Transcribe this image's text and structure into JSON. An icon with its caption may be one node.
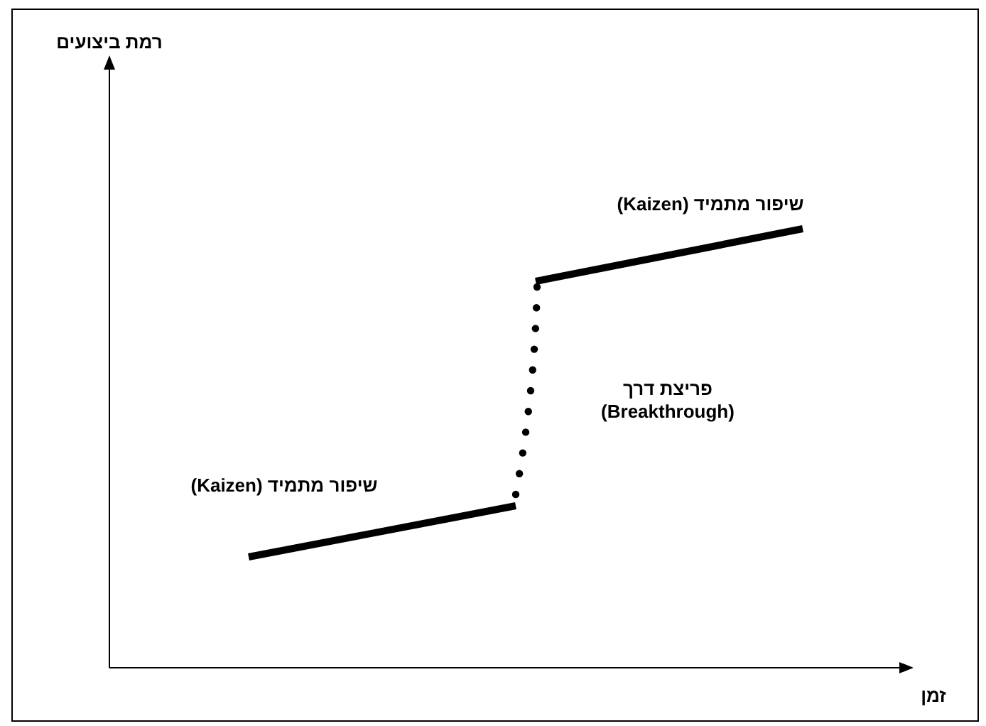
{
  "diagram": {
    "labels": [
      "רמת ביצועים",
      "שיפור מתמיד (Kaizen)",
      "פריצת דרך (Breakthrough)",
      "שיפור מתמיד (Kaizen)",
      "זמן"
    ]
  }
}
